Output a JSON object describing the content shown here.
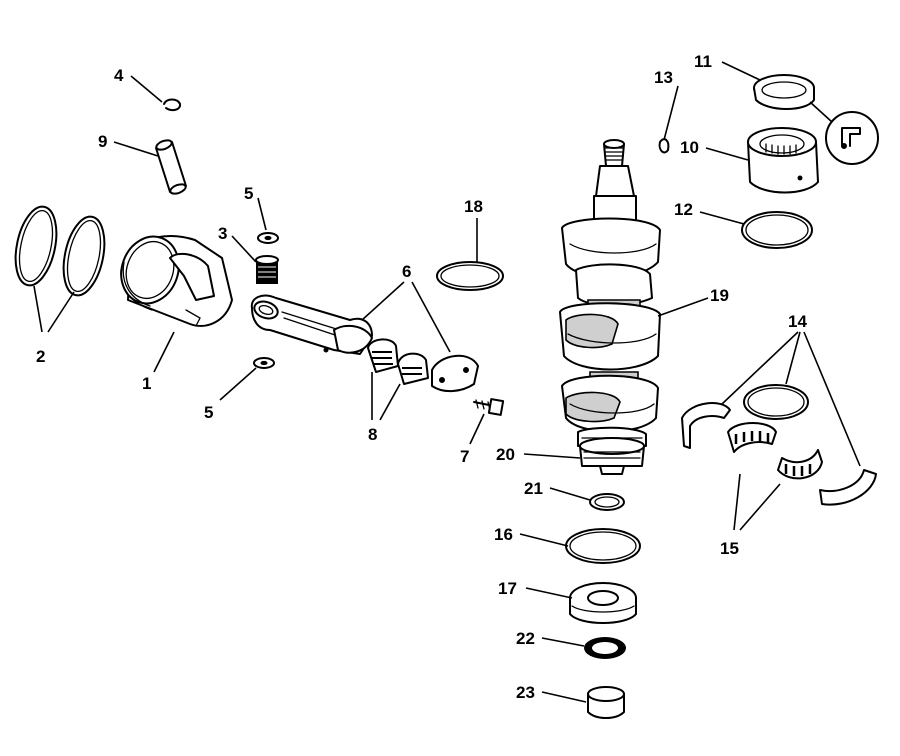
{
  "labels": {
    "l1": "1",
    "l2": "2",
    "l3": "3",
    "l4": "4",
    "l5a": "5",
    "l5b": "5",
    "l6": "6",
    "l7": "7",
    "l8": "8",
    "l9": "9",
    "l10": "10",
    "l11": "11",
    "l12": "12",
    "l13": "13",
    "l14": "14",
    "l15": "15",
    "l16": "16",
    "l17": "17",
    "l18": "18",
    "l19": "19",
    "l20": "20",
    "l21": "21",
    "l22": "22",
    "l23": "23"
  },
  "colors": {
    "ink": "#000000",
    "paper": "#ffffff",
    "shade": "#cfcfcf"
  }
}
